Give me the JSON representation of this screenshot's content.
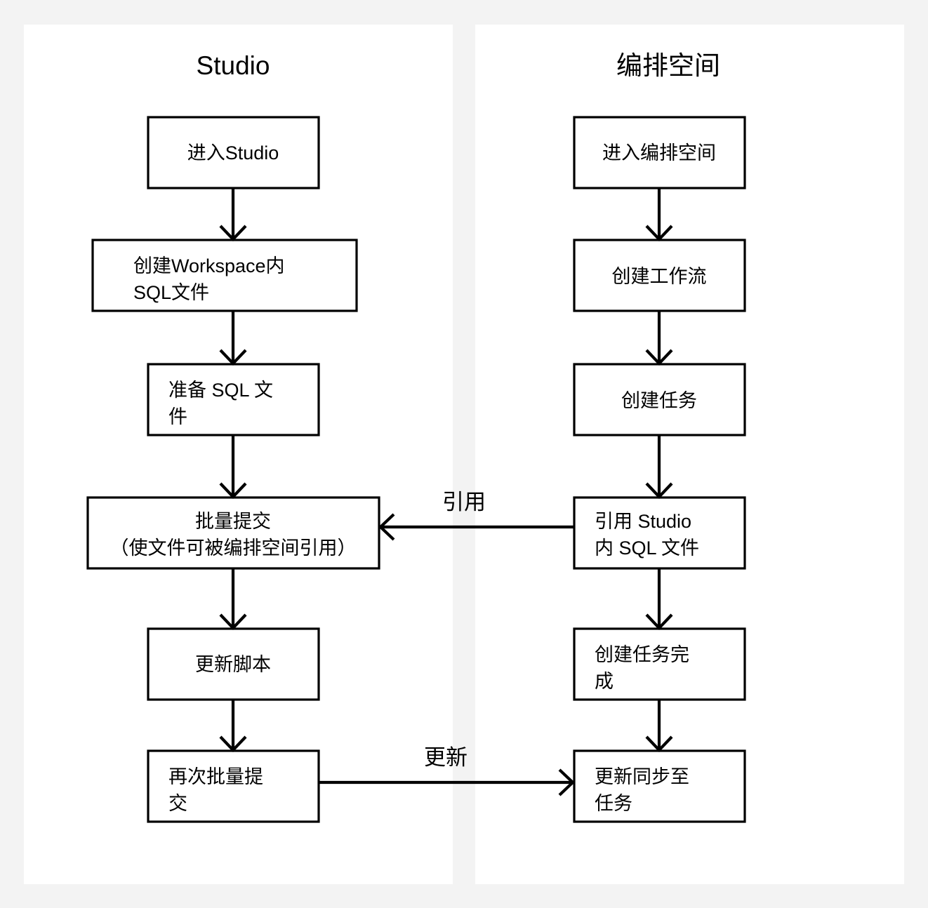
{
  "background_color": "#f3f3f3",
  "panel_color": "#ffffff",
  "stroke_color": "#000000",
  "columns": [
    {
      "id": "studio",
      "title": "Studio",
      "nodes": [
        {
          "id": "enter-studio",
          "lines": [
            "进入Studio"
          ]
        },
        {
          "id": "create-ws-sql",
          "lines": [
            "创建Workspace内",
            "SQL文件"
          ]
        },
        {
          "id": "prepare-sql",
          "lines": [
            "准备 SQL 文",
            "件"
          ]
        },
        {
          "id": "batch-submit",
          "lines": [
            "批量提交",
            "（使文件可被编排空间引用）"
          ]
        },
        {
          "id": "update-script",
          "lines": [
            "更新脚本"
          ]
        },
        {
          "id": "batch-submit-again",
          "lines": [
            "再次批量提",
            "交"
          ]
        }
      ]
    },
    {
      "id": "orchestration",
      "title": "编排空间",
      "nodes": [
        {
          "id": "enter-orchestration",
          "lines": [
            "进入编排空间"
          ]
        },
        {
          "id": "create-workflow",
          "lines": [
            "创建工作流"
          ]
        },
        {
          "id": "create-task",
          "lines": [
            "创建任务"
          ]
        },
        {
          "id": "reference-studio-sql",
          "lines": [
            "引用 Studio",
            "内 SQL 文件"
          ]
        },
        {
          "id": "create-task-done",
          "lines": [
            "创建任务完",
            "成"
          ]
        },
        {
          "id": "sync-update-to-task",
          "lines": [
            "更新同步至",
            "任务"
          ]
        }
      ]
    }
  ],
  "cross_edges": [
    {
      "id": "reference-edge",
      "label": "引用",
      "from": "reference-studio-sql",
      "to": "batch-submit",
      "direction": "right-to-left"
    },
    {
      "id": "update-edge",
      "label": "更新",
      "from": "batch-submit-again",
      "to": "sync-update-to-task",
      "direction": "left-to-right"
    }
  ]
}
